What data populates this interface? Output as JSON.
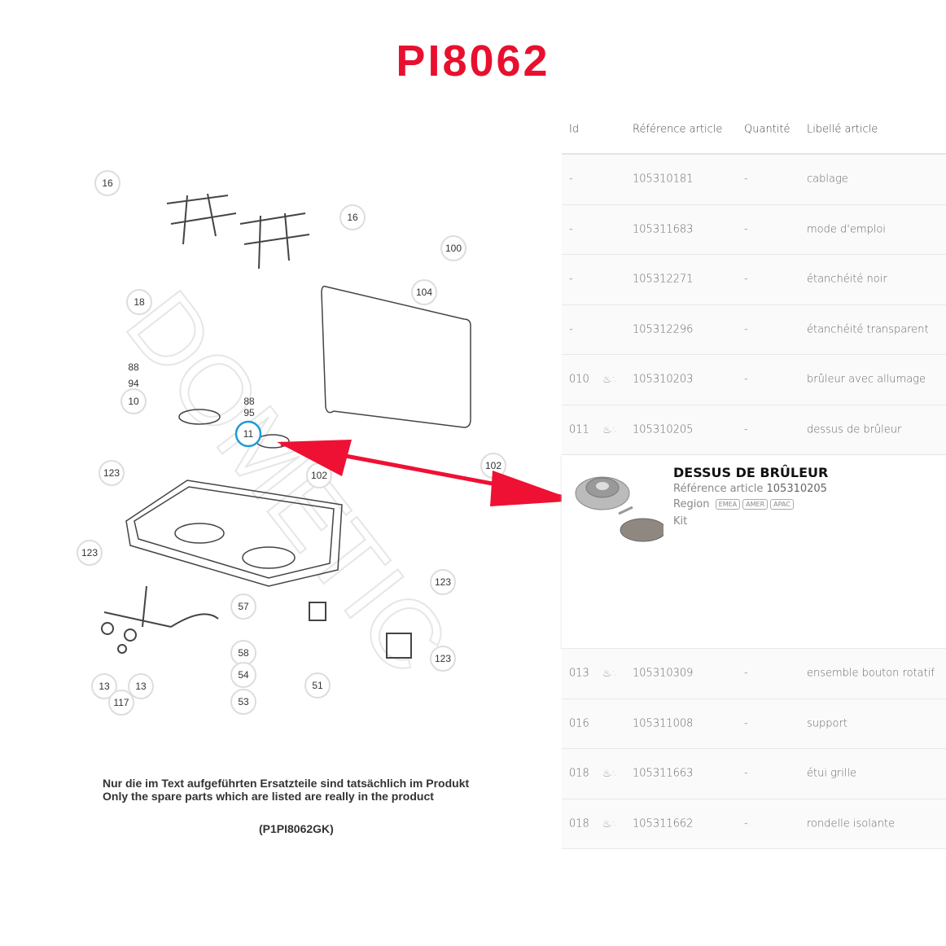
{
  "title": "PI8062",
  "diagram": {
    "watermark": "DOMETIC",
    "callouts": [
      "16",
      "16",
      "100",
      "104",
      "18",
      "88",
      "94",
      "10",
      "88",
      "95",
      "11",
      "123",
      "102",
      "102",
      "123",
      "123",
      "57",
      "58",
      "54",
      "51",
      "53",
      "123",
      "13",
      "13",
      "117"
    ],
    "highlight_color": "#1e9ad6",
    "note_de": "Nur die im Text aufgeführten Ersatzteile sind tatsächlich im Produkt",
    "note_en": "Only the spare parts which are listed are really in the product",
    "code": "(P1PI8062GK)"
  },
  "table": {
    "headers": [
      "Id",
      "Référence article",
      "Quantité",
      "Libellé article"
    ],
    "rows_top": [
      {
        "id": "-",
        "ref": "105310181",
        "qty": "-",
        "label": "cablage",
        "icon": false
      },
      {
        "id": "-",
        "ref": "105311683",
        "qty": "-",
        "label": "mode d'emploi",
        "icon": false
      },
      {
        "id": "-",
        "ref": "105312271",
        "qty": "-",
        "label": "étanchéité noir",
        "icon": false
      },
      {
        "id": "-",
        "ref": "105312296",
        "qty": "-",
        "label": "étanchéité transparent",
        "icon": false
      },
      {
        "id": "010",
        "ref": "105310203",
        "qty": "-",
        "label": "brûleur avec allumage",
        "icon": true
      },
      {
        "id": "011",
        "ref": "105310205",
        "qty": "-",
        "label": "dessus de brûleur",
        "icon": true
      }
    ],
    "detail": {
      "title": "DESSUS DE BRÛLEUR",
      "ref_label": "Référence article",
      "ref": "105310205",
      "region_label": "Region",
      "regions": [
        "EMEA",
        "AMER",
        "APAC"
      ],
      "kit": "Kit"
    },
    "rows_bottom": [
      {
        "id": "013",
        "ref": "105310309",
        "qty": "-",
        "label": "ensemble bouton rotatif",
        "icon": true
      },
      {
        "id": "016",
        "ref": "105311008",
        "qty": "-",
        "label": "support",
        "icon": false
      },
      {
        "id": "018",
        "ref": "105311663",
        "qty": "-",
        "label": "étui grille",
        "icon": true
      },
      {
        "id": "018",
        "ref": "105311662",
        "qty": "-",
        "label": "rondelle isolante",
        "icon": true
      }
    ]
  },
  "colors": {
    "accent": "#e8102e",
    "arrow": "#ee1133"
  }
}
